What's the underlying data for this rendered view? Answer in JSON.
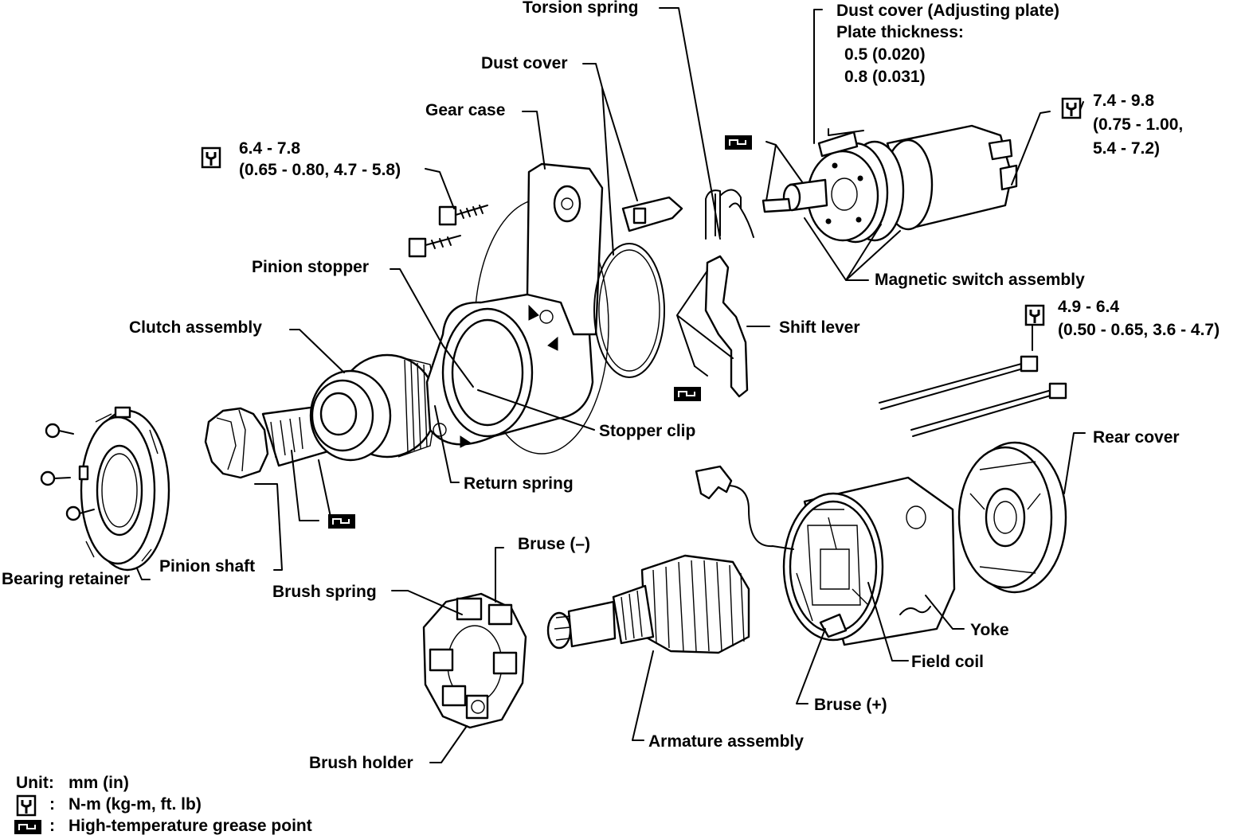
{
  "labels": {
    "torsion_spring": "Torsion spring",
    "dust_cover": "Dust cover",
    "dust_cover_adj_1": "Dust cover (Adjusting plate)",
    "dust_cover_adj_2": "Plate thickness:",
    "dust_cover_adj_3": "0.5 (0.020)",
    "dust_cover_adj_4": "0.8 (0.031)",
    "gear_case": "Gear case",
    "torque1_a": "6.4 - 7.8",
    "torque1_b": "(0.65 - 0.80, 4.7 - 5.8)",
    "torque2_a": "7.4 - 9.8",
    "torque2_b": "(0.75 - 1.00,",
    "torque2_c": "5.4 - 7.2)",
    "magnetic_switch": "Magnetic switch assembly",
    "pinion_stopper": "Pinion stopper",
    "clutch_assembly": "Clutch assembly",
    "shift_lever": "Shift lever",
    "torque3_a": "4.9 - 6.4",
    "torque3_b": "(0.50 - 0.65, 3.6 - 4.7)",
    "stopper_clip": "Stopper clip",
    "rear_cover": "Rear cover",
    "return_spring": "Return spring",
    "bruse_minus": "Bruse (–)",
    "pinion_shaft": "Pinion shaft",
    "bearing_retainer": "Bearing retainer",
    "brush_spring": "Brush spring",
    "yoke": "Yoke",
    "field_coil": "Field coil",
    "bruse_plus": "Bruse (+)",
    "armature_assembly": "Armature assembly",
    "brush_holder": "Brush holder"
  },
  "legend": {
    "unit_key": "Unit:",
    "unit_value": "mm (in)",
    "torque_sep": ":",
    "torque_value": "N-m (kg-m, ft. lb)",
    "grease_sep": ":",
    "grease_value": "High-temperature grease point"
  },
  "icons": {
    "torque": "torque-wrench-icon",
    "grease": "grease-point-icon"
  }
}
